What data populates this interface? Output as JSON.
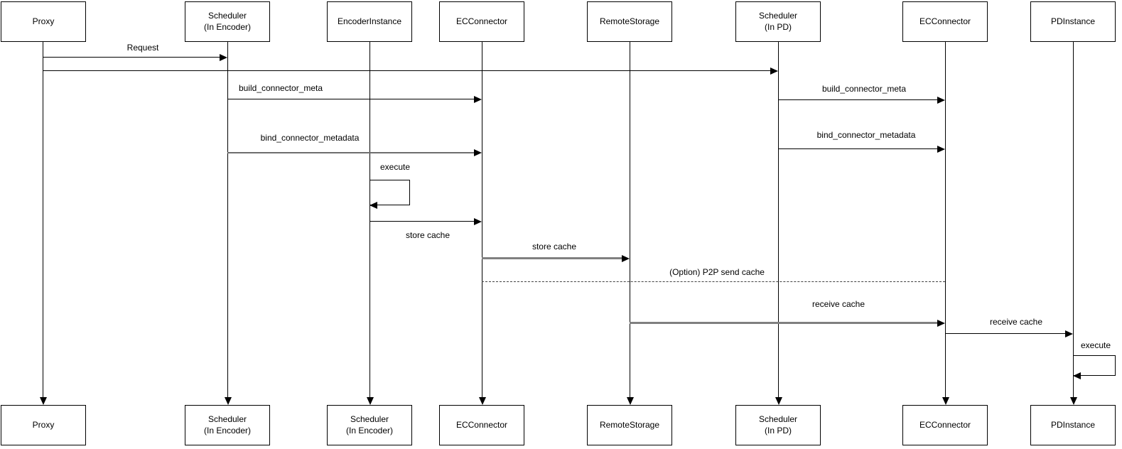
{
  "diagram": {
    "type": "sequence-diagram",
    "colors": {
      "background": "#ffffff",
      "line": "#000000",
      "secondary_line": "#808080",
      "box_border": "#000000",
      "box_background": "#ffffff",
      "text": "#000000"
    },
    "actors_top": [
      {
        "label": "Proxy"
      },
      {
        "label": "Scheduler\n(In Encoder)"
      },
      {
        "label": "EncoderInstance"
      },
      {
        "label": "ECConnector"
      },
      {
        "label": "RemoteStorage"
      },
      {
        "label": "Scheduler\n(In PD)"
      },
      {
        "label": "ECConnector"
      },
      {
        "label": "PDInstance"
      }
    ],
    "actors_bottom": [
      {
        "label": "Proxy"
      },
      {
        "label": "Scheduler\n(In Encoder)"
      },
      {
        "label": "Scheduler\n(In Encoder)"
      },
      {
        "label": "ECConnector"
      },
      {
        "label": "RemoteStorage"
      },
      {
        "label": "Scheduler\n(In PD)"
      },
      {
        "label": "ECConnector"
      },
      {
        "label": "PDInstance"
      }
    ],
    "messages": [
      {
        "from": "Proxy",
        "to": "Scheduler (In Encoder)",
        "label": "Request",
        "style": "solid"
      },
      {
        "from": "Proxy",
        "to": "Scheduler (In PD)",
        "label": "",
        "style": "solid"
      },
      {
        "from": "Scheduler (In Encoder)",
        "to": "ECConnector",
        "label": "build_connector_meta",
        "style": "solid"
      },
      {
        "from": "Scheduler (In Encoder)",
        "to": "ECConnector",
        "label": "bind_connector_metadata",
        "style": "solid-gray"
      },
      {
        "from": "Scheduler (In PD)",
        "to": "ECConnector (PD side)",
        "label": "build_connector_meta",
        "style": "solid"
      },
      {
        "from": "Scheduler (In PD)",
        "to": "ECConnector (PD side)",
        "label": "bind_connector_metadata",
        "style": "solid"
      },
      {
        "from": "EncoderInstance",
        "to": "EncoderInstance",
        "label": "execute",
        "style": "self-call"
      },
      {
        "from": "EncoderInstance",
        "to": "ECConnector",
        "label": "store cache",
        "style": "solid"
      },
      {
        "from": "ECConnector",
        "to": "RemoteStorage",
        "label": "store cache",
        "style": "solid-gray"
      },
      {
        "from": "ECConnector",
        "to": "ECConnector (PD side)",
        "label": "(Option) P2P send cache",
        "style": "dashed"
      },
      {
        "from": "RemoteStorage",
        "to": "ECConnector (PD side)",
        "label": "receive cache",
        "style": "solid-gray"
      },
      {
        "from": "ECConnector (PD side)",
        "to": "PDInstance",
        "label": "receive cache",
        "style": "solid"
      },
      {
        "from": "PDInstance",
        "to": "PDInstance",
        "label": "execute",
        "style": "self-call"
      }
    ]
  }
}
